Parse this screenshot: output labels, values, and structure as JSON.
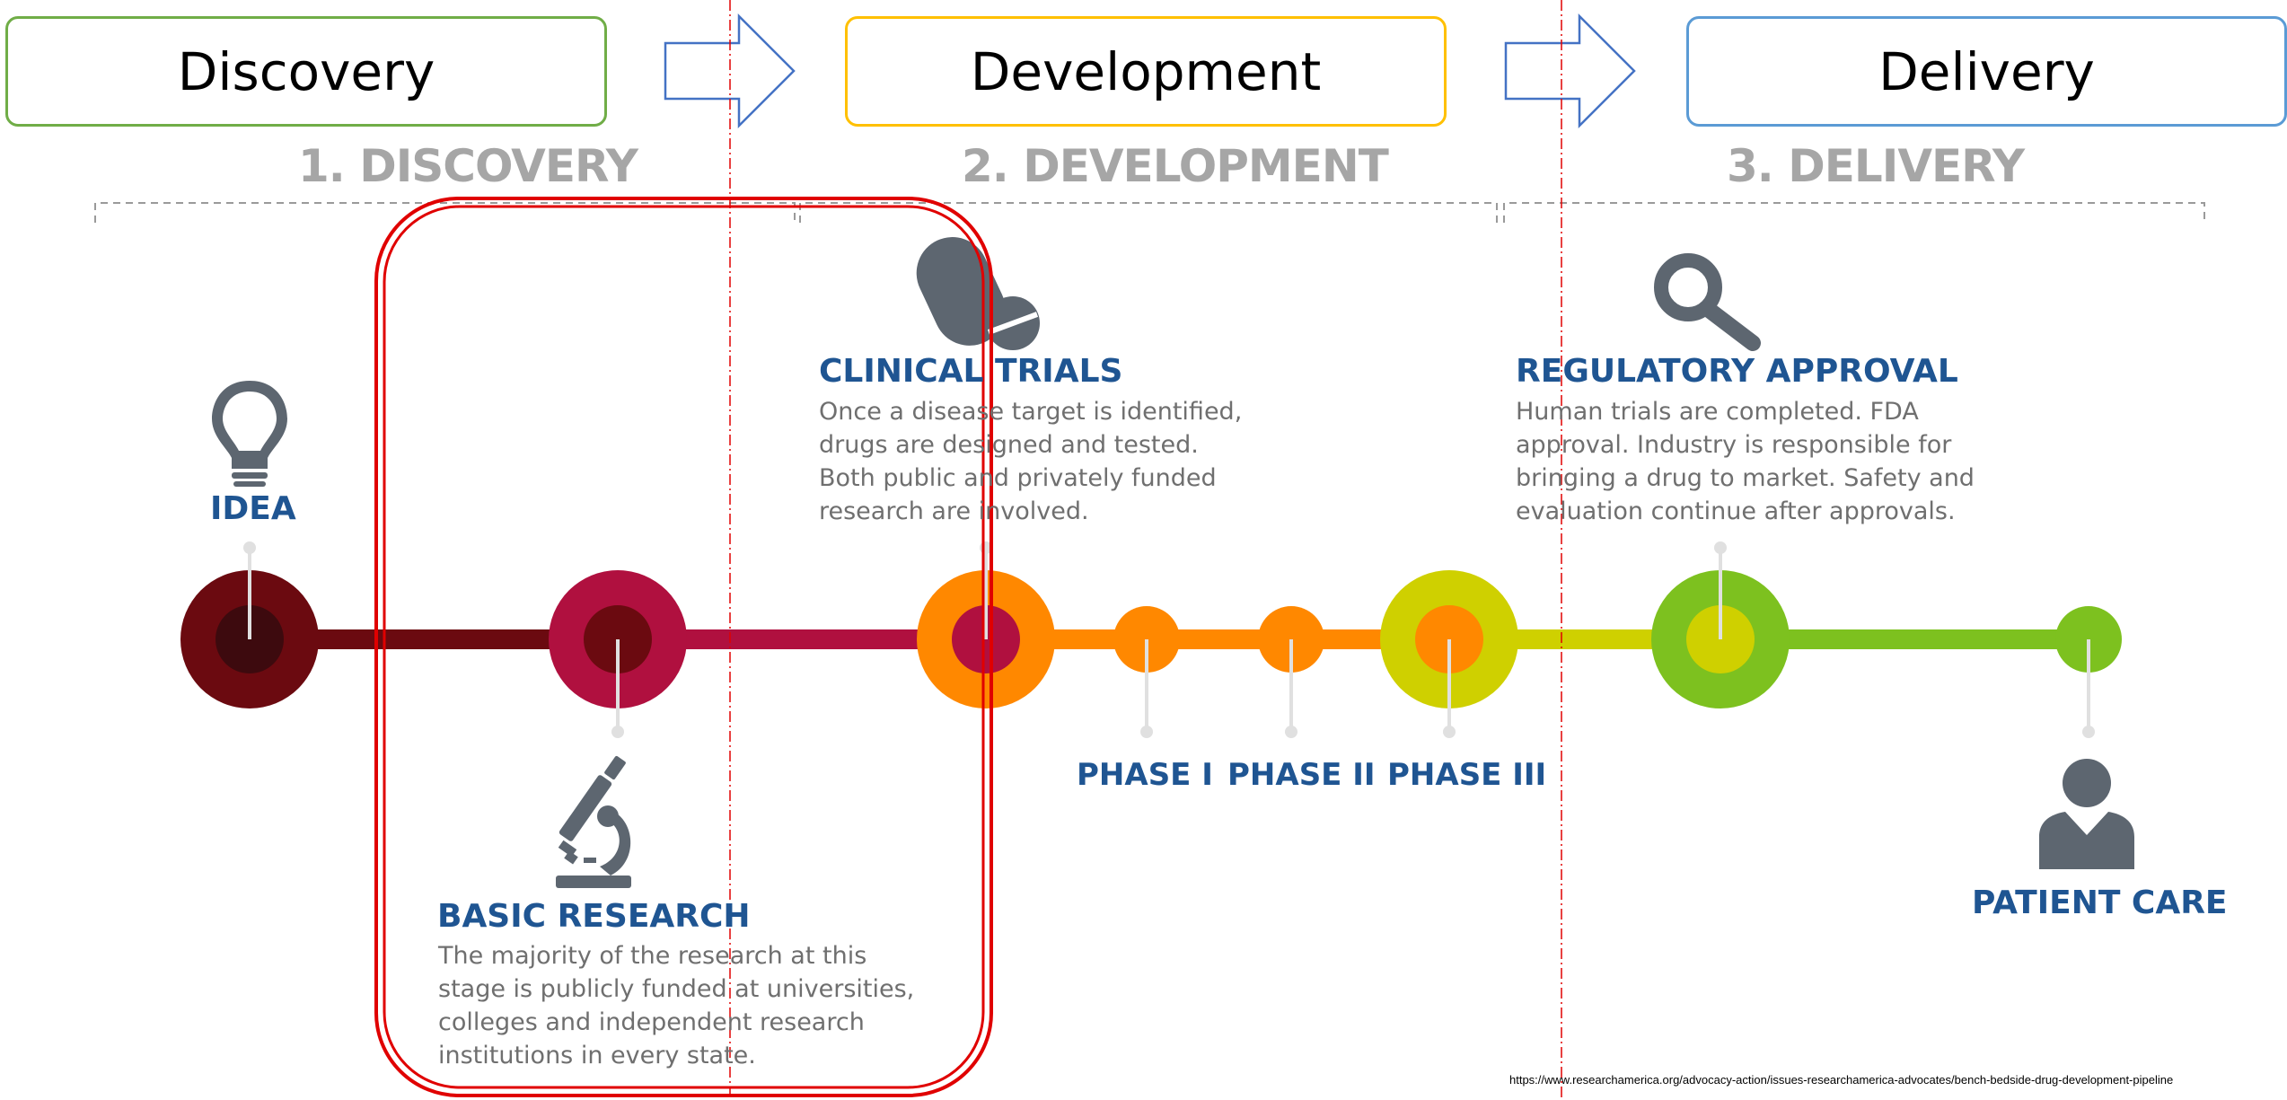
{
  "header_boxes": [
    {
      "label": "Discovery",
      "color": "#70ad47"
    },
    {
      "label": "Development",
      "color": "#ffc000"
    },
    {
      "label": "Delivery",
      "color": "#5b9bd5"
    }
  ],
  "stages": [
    {
      "label": "1. DISCOVERY"
    },
    {
      "label": "2. DEVELOPMENT"
    },
    {
      "label": "3. DELIVERY"
    }
  ],
  "steps": {
    "idea": {
      "title": "IDEA",
      "icon": "lightbulb-icon"
    },
    "basic_research": {
      "title": "BASIC RESEARCH",
      "icon": "microscope-icon",
      "lines": [
        "The majority of the research at this",
        "stage is publicly funded at universities,",
        "colleges and independent research",
        "institutions in every state."
      ]
    },
    "clinical_trials": {
      "title": "CLINICAL TRIALS",
      "icon": "pills-icon",
      "lines": [
        "Once a disease target is identified,",
        "drugs are designed and tested.",
        "Both public and privately funded",
        "research are involved."
      ]
    },
    "phases": [
      "PHASE I",
      "PHASE II",
      "PHASE III"
    ],
    "regulatory_approval": {
      "title": "REGULATORY APPROVAL",
      "icon": "magnifier-icon",
      "lines": [
        "Human trials are completed. FDA",
        "approval. Industry is responsible for",
        "bringing a drug to market. Safety and",
        "evaluation continue after approvals."
      ]
    },
    "patient_care": {
      "title": "PATIENT CARE",
      "icon": "person-icon"
    }
  },
  "colors": {
    "dark_red": "#6b0a10",
    "crimson": "#b0103f",
    "orange": "#ff8800",
    "yellow": "#cfd000",
    "green": "#7dc11f",
    "title_blue": "#1f5592",
    "icon_gray": "#5d6670",
    "highlight_red": "#e00000"
  },
  "source_url": "https://www.researchamerica.org/advocacy-action/issues-researchamerica-advocates/bench-bedside-drug-development-pipeline"
}
